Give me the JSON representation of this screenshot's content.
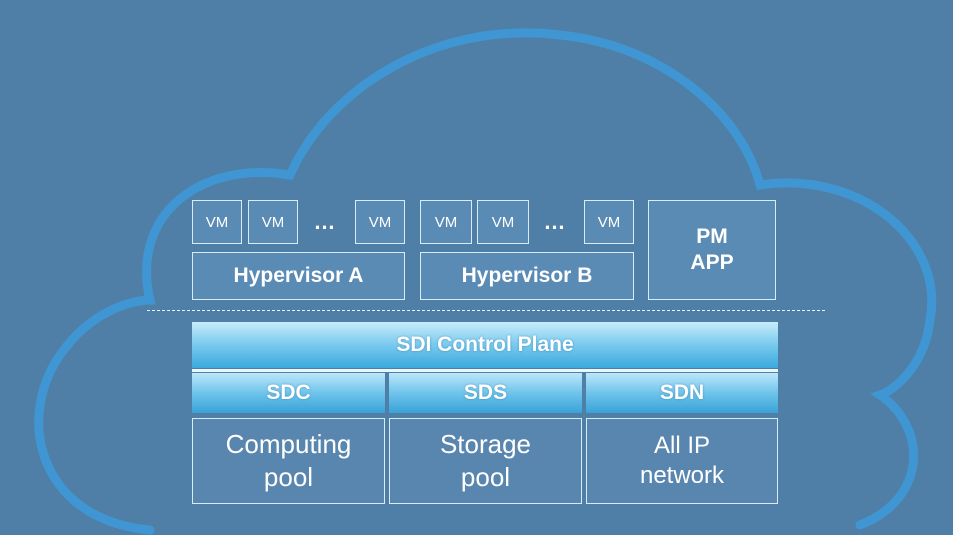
{
  "colors": {
    "background": "#4f7ea6",
    "cloud_outline": "#3f96d2",
    "box_border": "#d8ecf8",
    "control_plane": "#5ab9e6"
  },
  "icons": {
    "cloud": "cloud-outline-icon"
  },
  "top_layer": {
    "group_a": {
      "vms": [
        "VM",
        "VM",
        "VM"
      ],
      "dots": "…",
      "hypervisor": "Hypervisor A"
    },
    "group_b": {
      "vms": [
        "VM",
        "VM",
        "VM"
      ],
      "dots": "…",
      "hypervisor": "Hypervisor B"
    },
    "pm_app": {
      "line1": "PM",
      "line2": "APP"
    }
  },
  "control_plane": "SDI Control Plane",
  "components": [
    {
      "label": "SDC",
      "pool_line1": "Computing",
      "pool_line2": "pool"
    },
    {
      "label": "SDS",
      "pool_line1": "Storage",
      "pool_line2": "pool"
    },
    {
      "label": "SDN",
      "pool_line1": "All IP",
      "pool_line2": "network"
    }
  ]
}
